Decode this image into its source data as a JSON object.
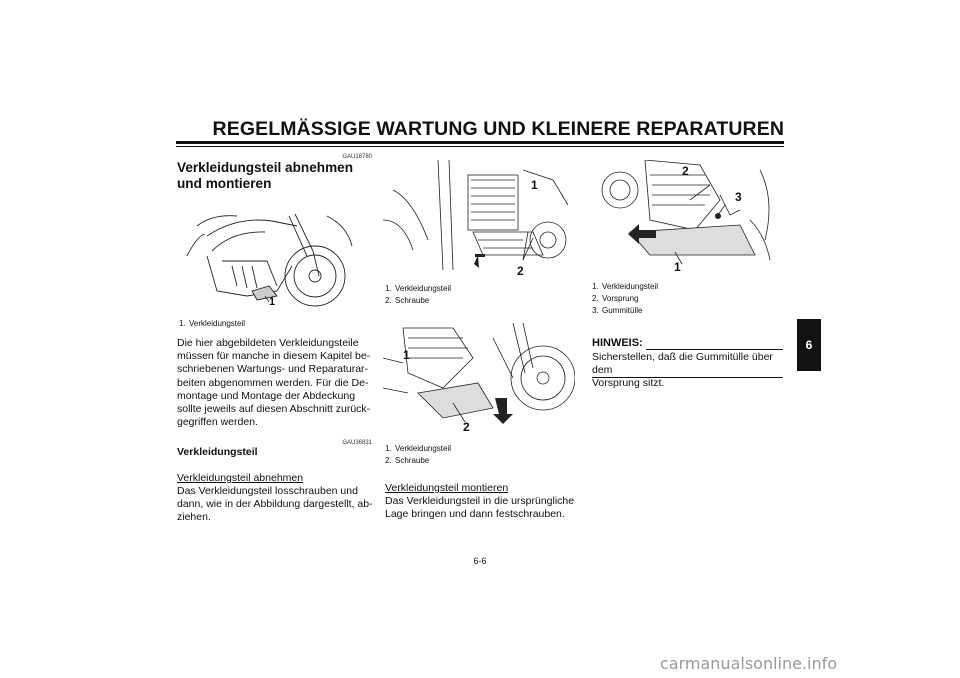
{
  "header": {
    "title": "REGELMÄSSIGE WARTUNG UND KLEINERE REPARATUREN"
  },
  "col1": {
    "code1": "GAU18780",
    "heading": "Verkleidungsteil abnehmen und montieren",
    "figure_callout": "1",
    "caption": [
      {
        "num": "1.",
        "text": "Verkleidungsteil"
      }
    ],
    "paragraph": [
      "Die hier abgebildeten Verkleidungsteile",
      "müssen für manche in diesem Kapitel be-",
      "schriebenen Wartungs- und Reparaturar-",
      "beiten abgenommen werden. Für die De-",
      "montage und Montage der Abdeckung",
      "sollte jeweils auf diesen Abschnitt zurück-",
      "gegriffen werden."
    ],
    "code2": "GAU36831",
    "subheading": "Verkleidungsteil",
    "remove_title": "Verkleidungsteil abnehmen",
    "remove_text": [
      "Das Verkleidungsteil losschrauben und",
      "dann, wie in der Abbildung dargestellt, ab-",
      "ziehen."
    ]
  },
  "col2": {
    "fig1_callouts": [
      "1",
      "2"
    ],
    "caption1": [
      {
        "num": "1.",
        "text": "Verkleidungsteil"
      },
      {
        "num": "2.",
        "text": "Schraube"
      }
    ],
    "fig2_callouts": [
      "1",
      "2"
    ],
    "caption2": [
      {
        "num": "1.",
        "text": "Verkleidungsteil"
      },
      {
        "num": "2.",
        "text": "Schraube"
      }
    ],
    "install_title": "Verkleidungsteil montieren",
    "install_text": [
      "Das Verkleidungsteil in die ursprüngliche",
      "Lage bringen und dann festschrauben."
    ]
  },
  "col3": {
    "fig_callouts": [
      "2",
      "3",
      "1"
    ],
    "caption": [
      {
        "num": "1.",
        "text": "Verkleidungsteil"
      },
      {
        "num": "2.",
        "text": "Vorsprung"
      },
      {
        "num": "3.",
        "text": "Gummitülle"
      }
    ],
    "hinweis_label": "HINWEIS:",
    "hinweis_text": [
      "Sicherstellen, daß die Gummitülle über dem",
      "Vorsprung sitzt."
    ]
  },
  "tab": {
    "label": "6"
  },
  "page_number": "6-6",
  "watermark": "carmanualsonline.info"
}
